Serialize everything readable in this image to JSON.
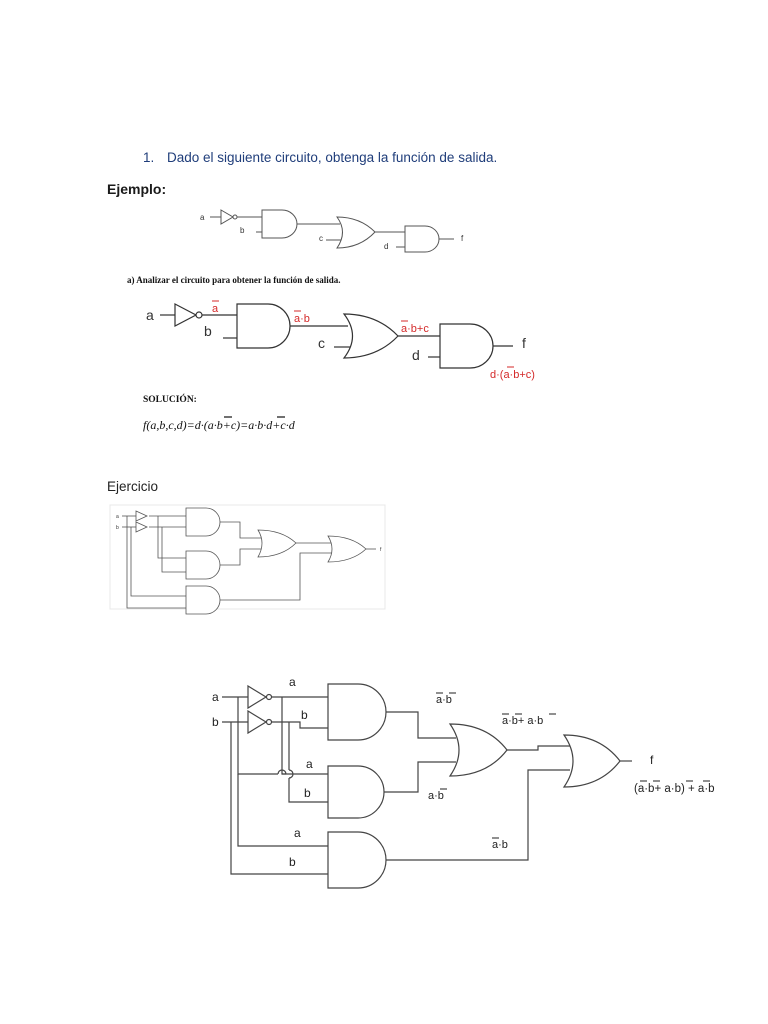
{
  "question": {
    "number": "1.",
    "text": "Dado el siguiente circuito, obtenga la función de salida."
  },
  "example": {
    "heading": "Ejemplo:",
    "small_circuit_labels": [
      "a",
      "b",
      "c",
      "d",
      "f"
    ],
    "step_a": "a)  Analizar el circuito para obtener la función de salida.",
    "annotated_circuit": {
      "input_labels": [
        "a",
        "b",
        "c",
        "d"
      ],
      "output_label": "f",
      "intermediate_expressions": [
        "a",
        "a·b",
        "a·b+c",
        "d·(a·b+c)"
      ]
    },
    "solution_title": "SOLUCIÓN:",
    "solution_formula": "f(a,b,c,d)=d·(a·b+c)=a·b·d+c·d"
  },
  "exercise": {
    "heading": "Ejercicio",
    "small_circuit_labels": [
      "a",
      "b",
      "f"
    ],
    "big_circuit": {
      "input_labels": [
        "a",
        "b"
      ],
      "gate_input_labels": [
        "a",
        "b",
        "a",
        "b",
        "a",
        "b"
      ],
      "output_label": "f",
      "expressions": [
        "a·b",
        "a·b+ a·b",
        "a·b",
        "a·b",
        "(a·b+ a·b) + a·b"
      ]
    }
  },
  "colors": {
    "question_text": "#1f3d7a",
    "annotation_red": "#d42a2a",
    "wire": "#444444"
  }
}
